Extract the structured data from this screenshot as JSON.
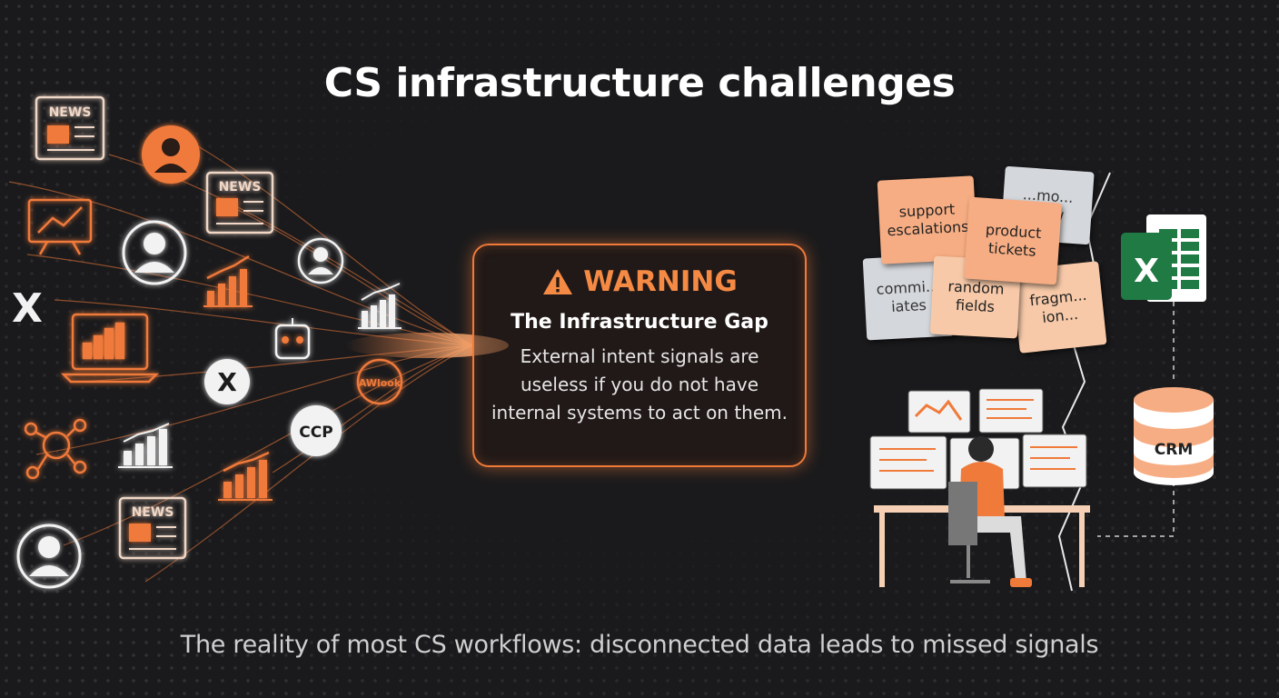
{
  "title": "CS infrastructure challenges",
  "footer": "The reality of most CS workflows: disconnected data leads to missed signals",
  "warning": {
    "heading": "WARNING",
    "subheading": "The Infrastructure Gap",
    "body": "External intent signals are useless if you do not have internal systems to act on them."
  },
  "left_icons": {
    "news_label": "NEWS",
    "logo_x": "X",
    "logo_ccp": "CCP",
    "logo_awlook": "AWlook"
  },
  "sticky_notes": [
    {
      "text": "support escalations",
      "color": "orange"
    },
    {
      "text": "product tickets",
      "color": "orange"
    },
    {
      "text": "random fields",
      "color": "peach"
    },
    {
      "text": "commi... iates",
      "color": "grey"
    },
    {
      "text": "fragm... ion...",
      "color": "peach"
    },
    {
      "text": "...mo... ...aw",
      "color": "grey"
    }
  ],
  "right_icons": {
    "excel_letter": "X",
    "crm_label": "CRM"
  },
  "colors": {
    "accent": "#f07a3a",
    "background": "#1a1a1c"
  }
}
